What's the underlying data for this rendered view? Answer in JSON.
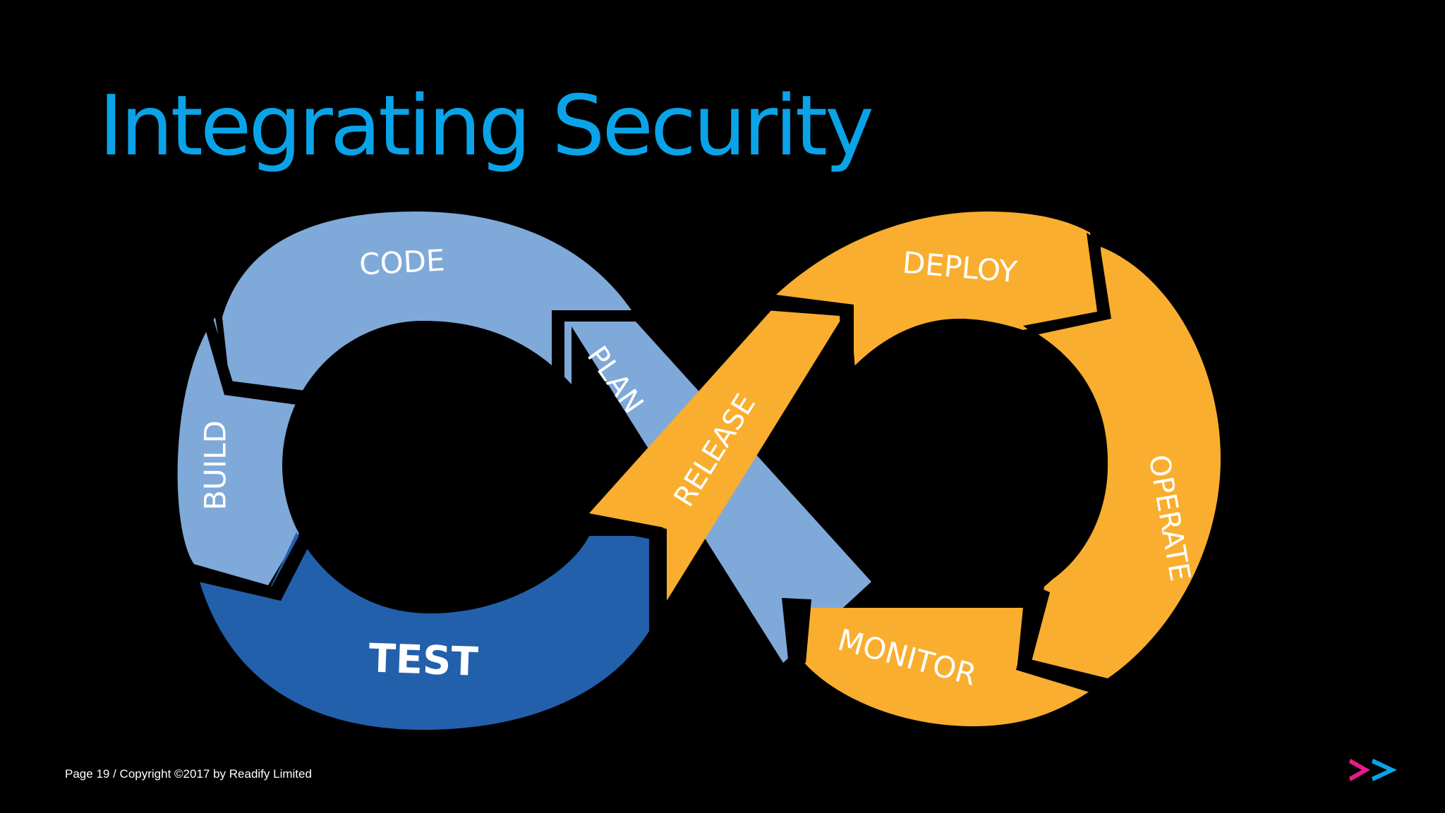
{
  "slide": {
    "title": "Integrating Security"
  },
  "diagram": {
    "stages": [
      {
        "id": "code",
        "label": "CODE",
        "color": "#7fa9d9"
      },
      {
        "id": "build",
        "label": "BUILD",
        "color": "#7fa9d9"
      },
      {
        "id": "test",
        "label": "TEST",
        "color": "#2360ab"
      },
      {
        "id": "plan",
        "label": "PLAN",
        "color": "#7fa9d9"
      },
      {
        "id": "release",
        "label": "RELEASE",
        "color": "#f9ae2f"
      },
      {
        "id": "deploy",
        "label": "DEPLOY",
        "color": "#f9ae2f"
      },
      {
        "id": "operate",
        "label": "OPERATE",
        "color": "#f9ae2f"
      },
      {
        "id": "monitor",
        "label": "MONITOR",
        "color": "#f9ae2f"
      }
    ]
  },
  "footer": {
    "page_label": "Page",
    "page_number": "19",
    "copyright": "/ Copyright ©2017 by Readify Limited"
  },
  "colors": {
    "background": "#000000",
    "title": "#0ba3e8",
    "dev_light_blue": "#7fa9d9",
    "dev_dark_blue": "#2360ab",
    "ops_orange": "#f9ae2f",
    "logo_pink": "#e8198b",
    "logo_blue": "#0ba3e8"
  }
}
